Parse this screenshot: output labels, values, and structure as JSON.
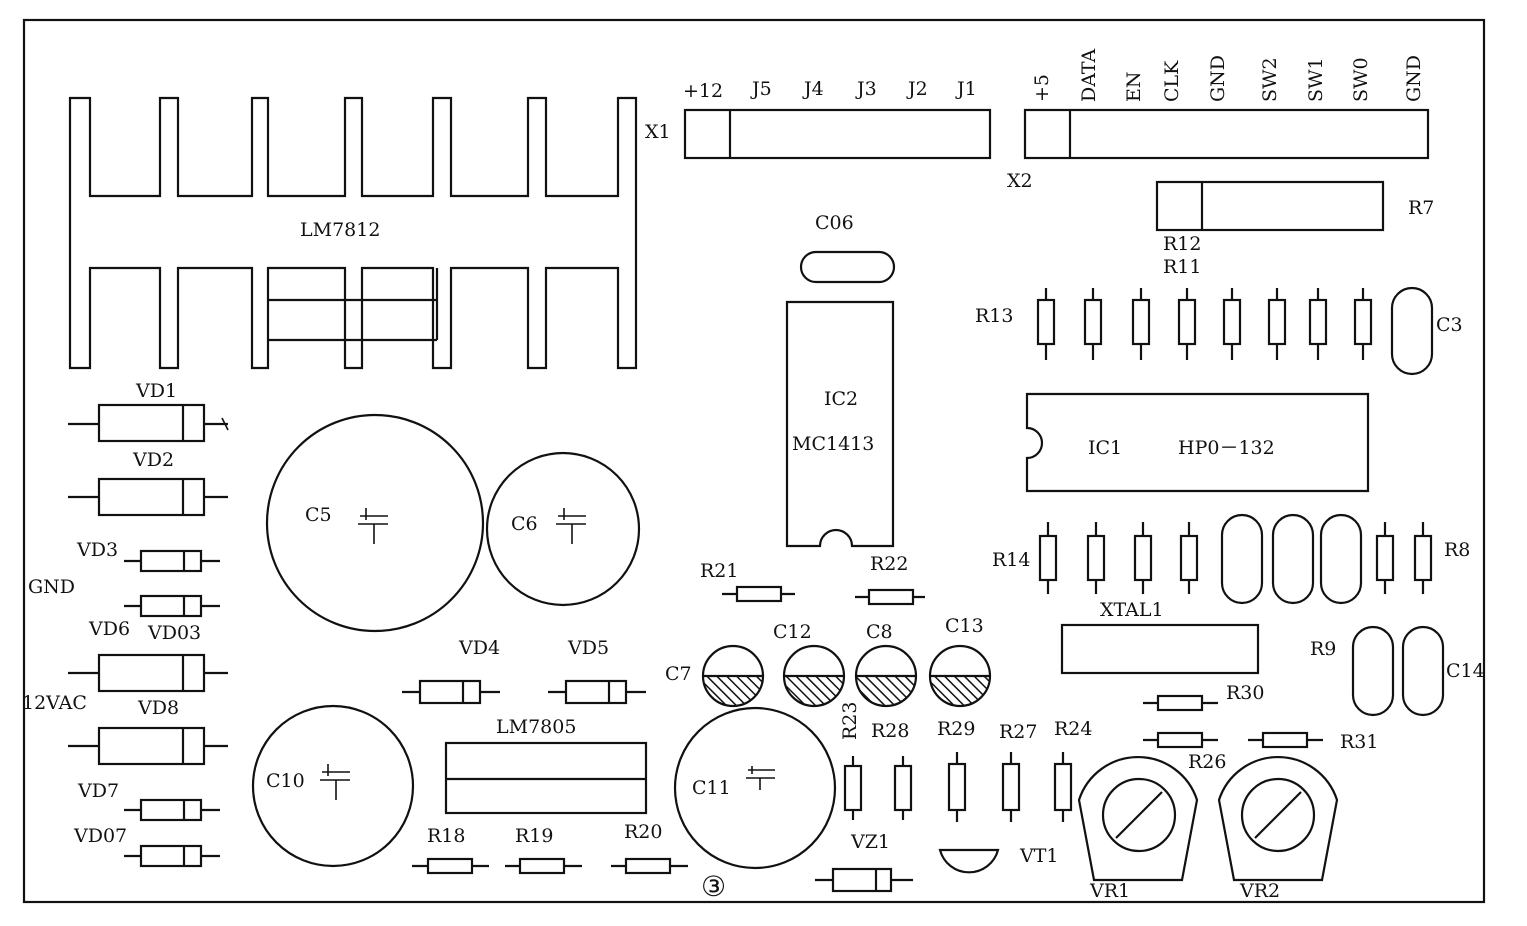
{
  "labels": {
    "x1": "X1",
    "x2": "X2",
    "x1_pins": [
      "+12",
      "J5",
      "J4",
      "J3",
      "J2",
      "J1"
    ],
    "x2_pins": [
      "+5",
      "DATA",
      "EN",
      "CLK",
      "GND",
      "SW2",
      "SW1",
      "SW0",
      "GND"
    ],
    "lm7812": "LM7812",
    "lm7805": "LM7805",
    "c06": "C06",
    "c3": "C3",
    "c5": "C5",
    "c6": "C6",
    "c7": "C7",
    "c8": "C8",
    "c10": "C10",
    "c11": "C11",
    "c12": "C12",
    "c13": "C13",
    "c14": "C14",
    "ic2": "IC2",
    "ic2_part": "MC1413",
    "ic1": "IC1",
    "ic1_part": "HP0－132",
    "r7": "R7",
    "r8": "R8",
    "r9": "R9",
    "r11": "R11",
    "r12": "R12",
    "r13": "R13",
    "r14": "R14",
    "r18": "R18",
    "r19": "R19",
    "r20": "R20",
    "r21": "R21",
    "r22": "R22",
    "r23": "R23",
    "r24": "R24",
    "r26": "R26",
    "r27": "R27",
    "r28": "R28",
    "r29": "R29",
    "r30": "R30",
    "r31": "R31",
    "vd1": "VD1",
    "vd2": "VD2",
    "vd3": "VD3",
    "vd4": "VD4",
    "vd5": "VD5",
    "vd6": "VD6",
    "vd7": "VD7",
    "vd8": "VD8",
    "vd03": "VD03",
    "vd07": "VD07",
    "gnd": "GND",
    "vac": "12VAC",
    "xtal1": "XTAL1",
    "vz1": "VZ1",
    "vt1": "VT1",
    "vr1": "VR1",
    "vr2": "VR2",
    "figure_number": "③"
  }
}
